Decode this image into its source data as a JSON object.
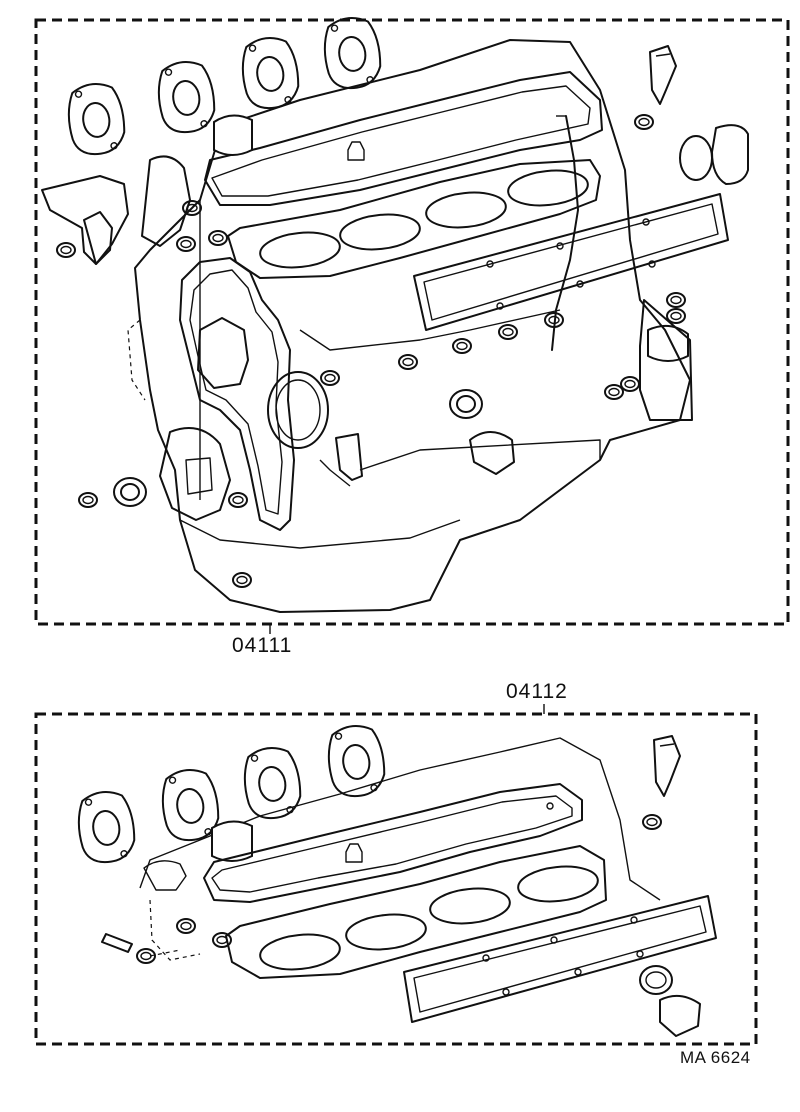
{
  "labels": {
    "kit_top": "04111",
    "kit_bottom": "04112",
    "figure_ref": "MA 6624"
  }
}
